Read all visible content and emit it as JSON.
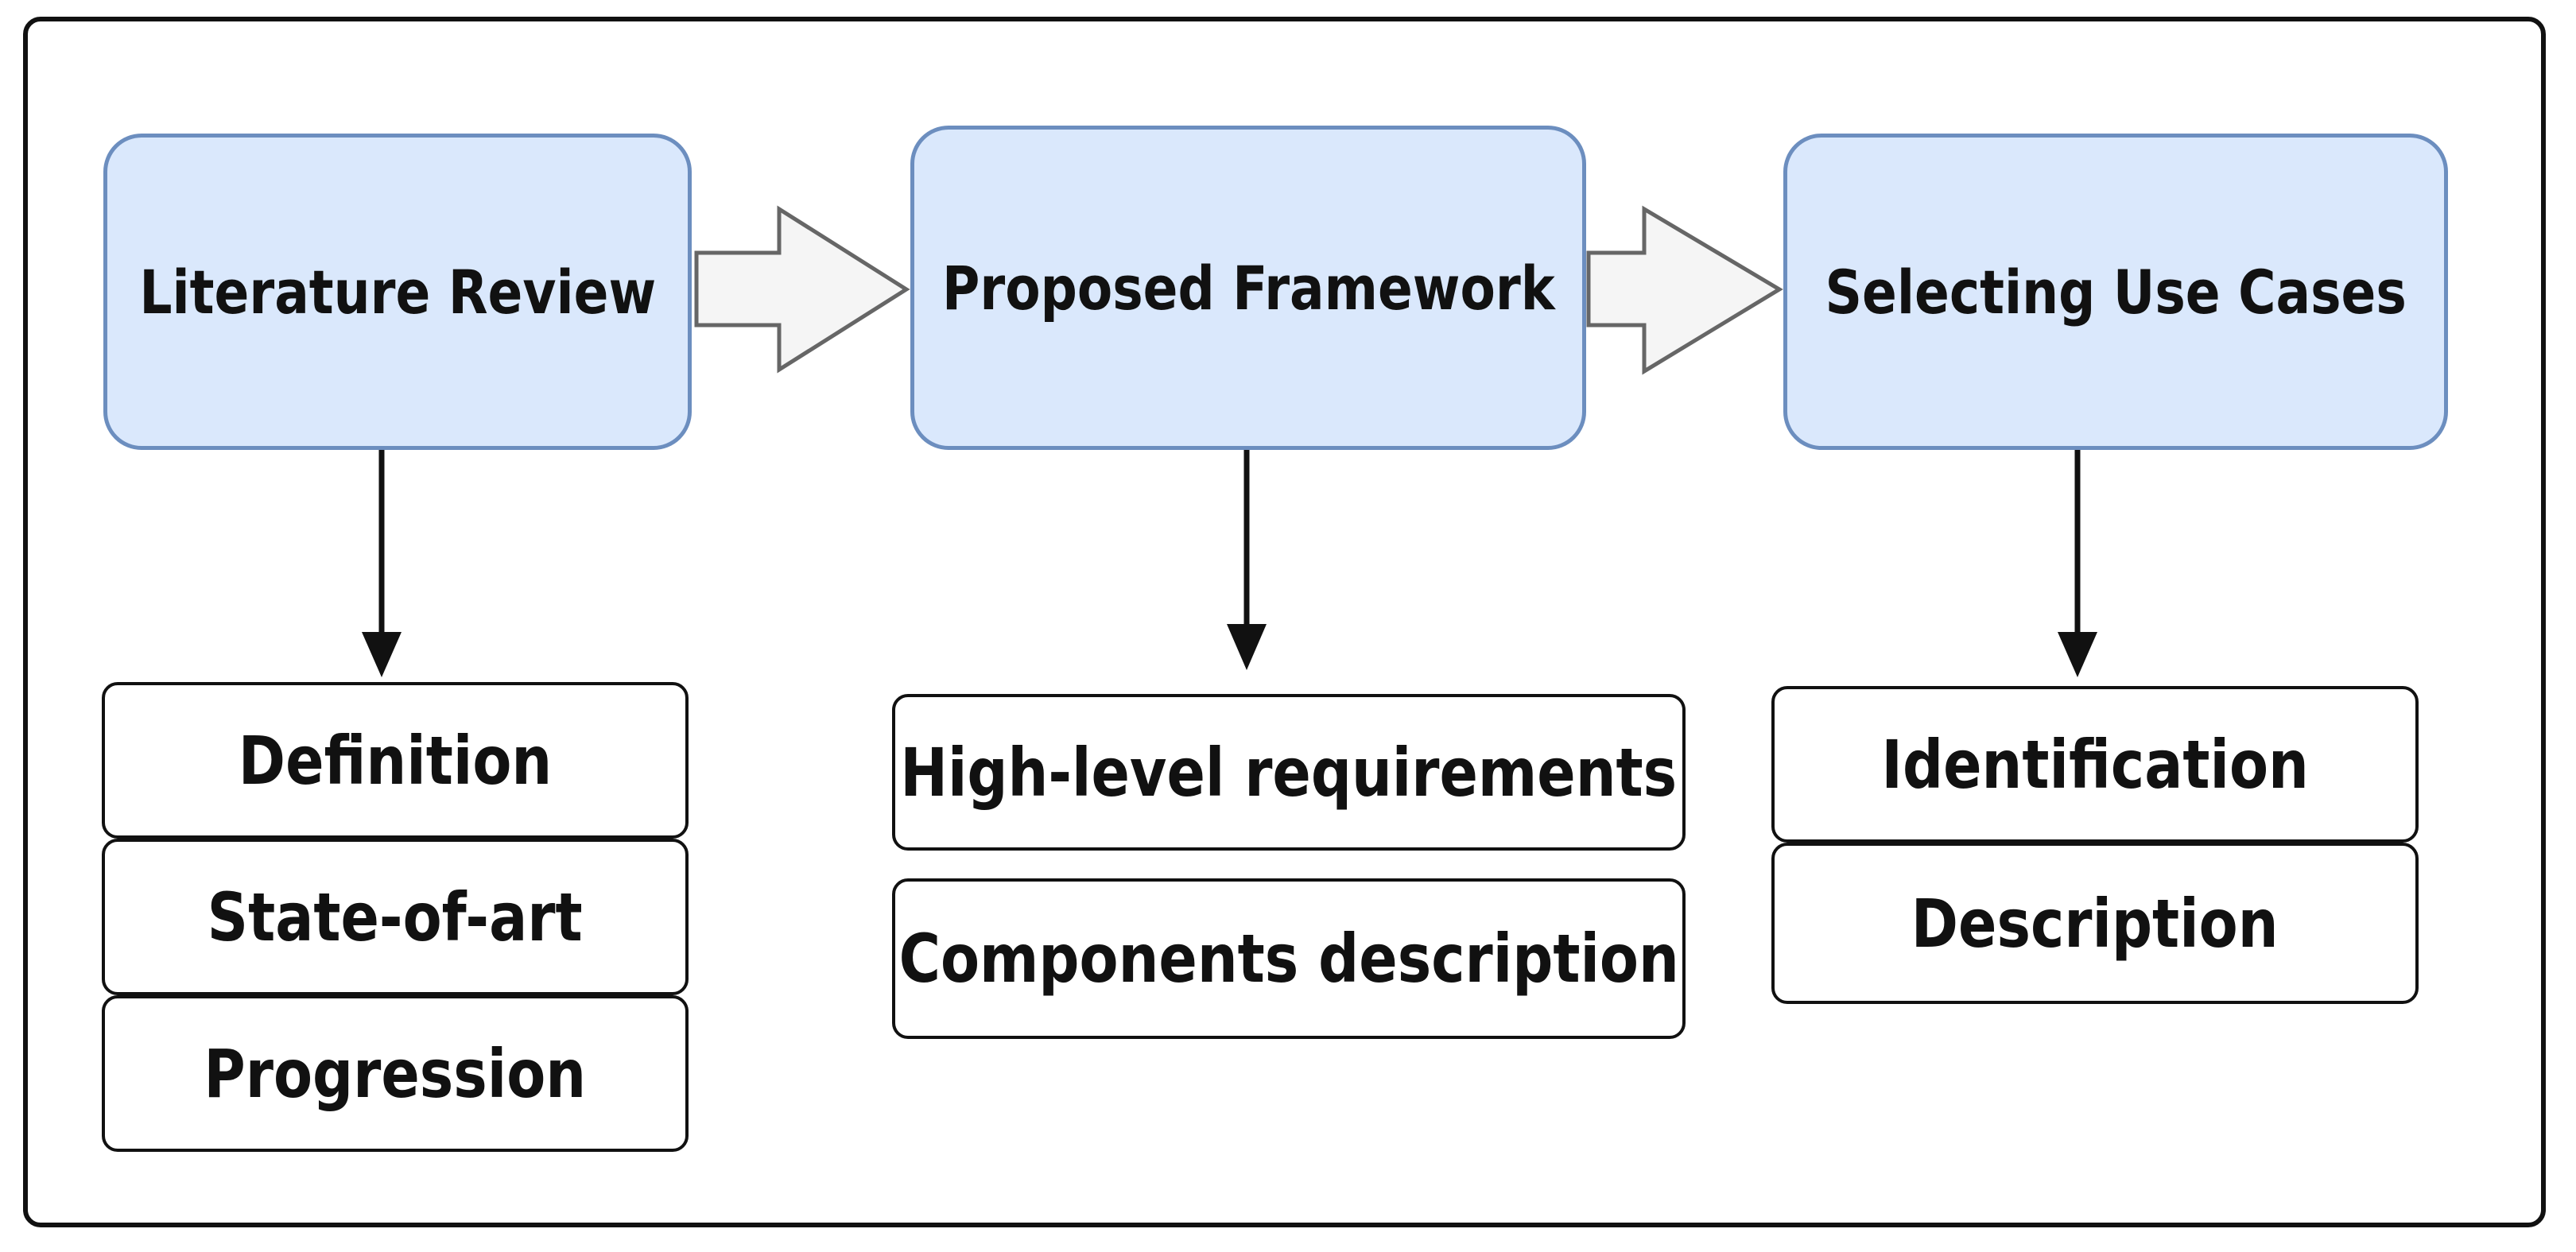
{
  "stages": [
    {
      "id": "literature-review",
      "label": "Literature Review",
      "items": [
        "Definition",
        "State-of-art",
        "Progression"
      ]
    },
    {
      "id": "proposed-framework",
      "label": "Proposed Framework",
      "items": [
        "High-level requirements",
        "Components description"
      ]
    },
    {
      "id": "selecting-use-cases",
      "label": "Selecting Use Cases",
      "items": [
        "Identification",
        "Description"
      ]
    }
  ],
  "colors": {
    "stage_fill": "#dae8fc",
    "stage_border": "#6c8ebf",
    "arrow_fill": "#f5f5f5",
    "arrow_border": "#666666",
    "text": "#111111"
  }
}
